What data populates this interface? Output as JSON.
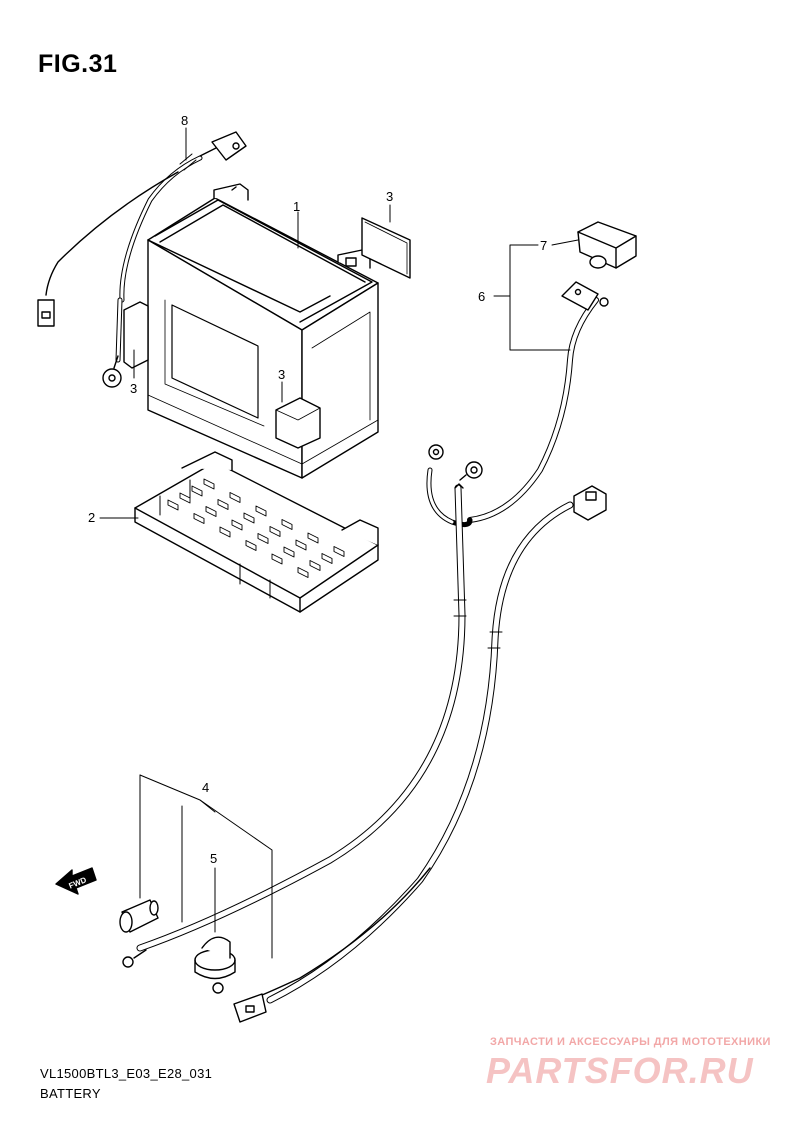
{
  "figure": {
    "title": "FIG.31",
    "model_code": "VL1500BTL3_E03_E28_031",
    "caption": "BATTERY"
  },
  "callouts": [
    {
      "id": "1",
      "label": "1"
    },
    {
      "id": "2",
      "label": "2"
    },
    {
      "id": "3a",
      "label": "3"
    },
    {
      "id": "3b",
      "label": "3"
    },
    {
      "id": "3c",
      "label": "3"
    },
    {
      "id": "4",
      "label": "4"
    },
    {
      "id": "5",
      "label": "5"
    },
    {
      "id": "6",
      "label": "6"
    },
    {
      "id": "7",
      "label": "7"
    },
    {
      "id": "8",
      "label": "8"
    }
  ],
  "direction_marker": {
    "label": "FWD"
  },
  "watermark": {
    "tagline": "ЗАПЧАСТИ И АКСЕССУАРЫ ДЛЯ МОТОТЕХНИКИ",
    "brand": "PARTSFOR.RU"
  }
}
